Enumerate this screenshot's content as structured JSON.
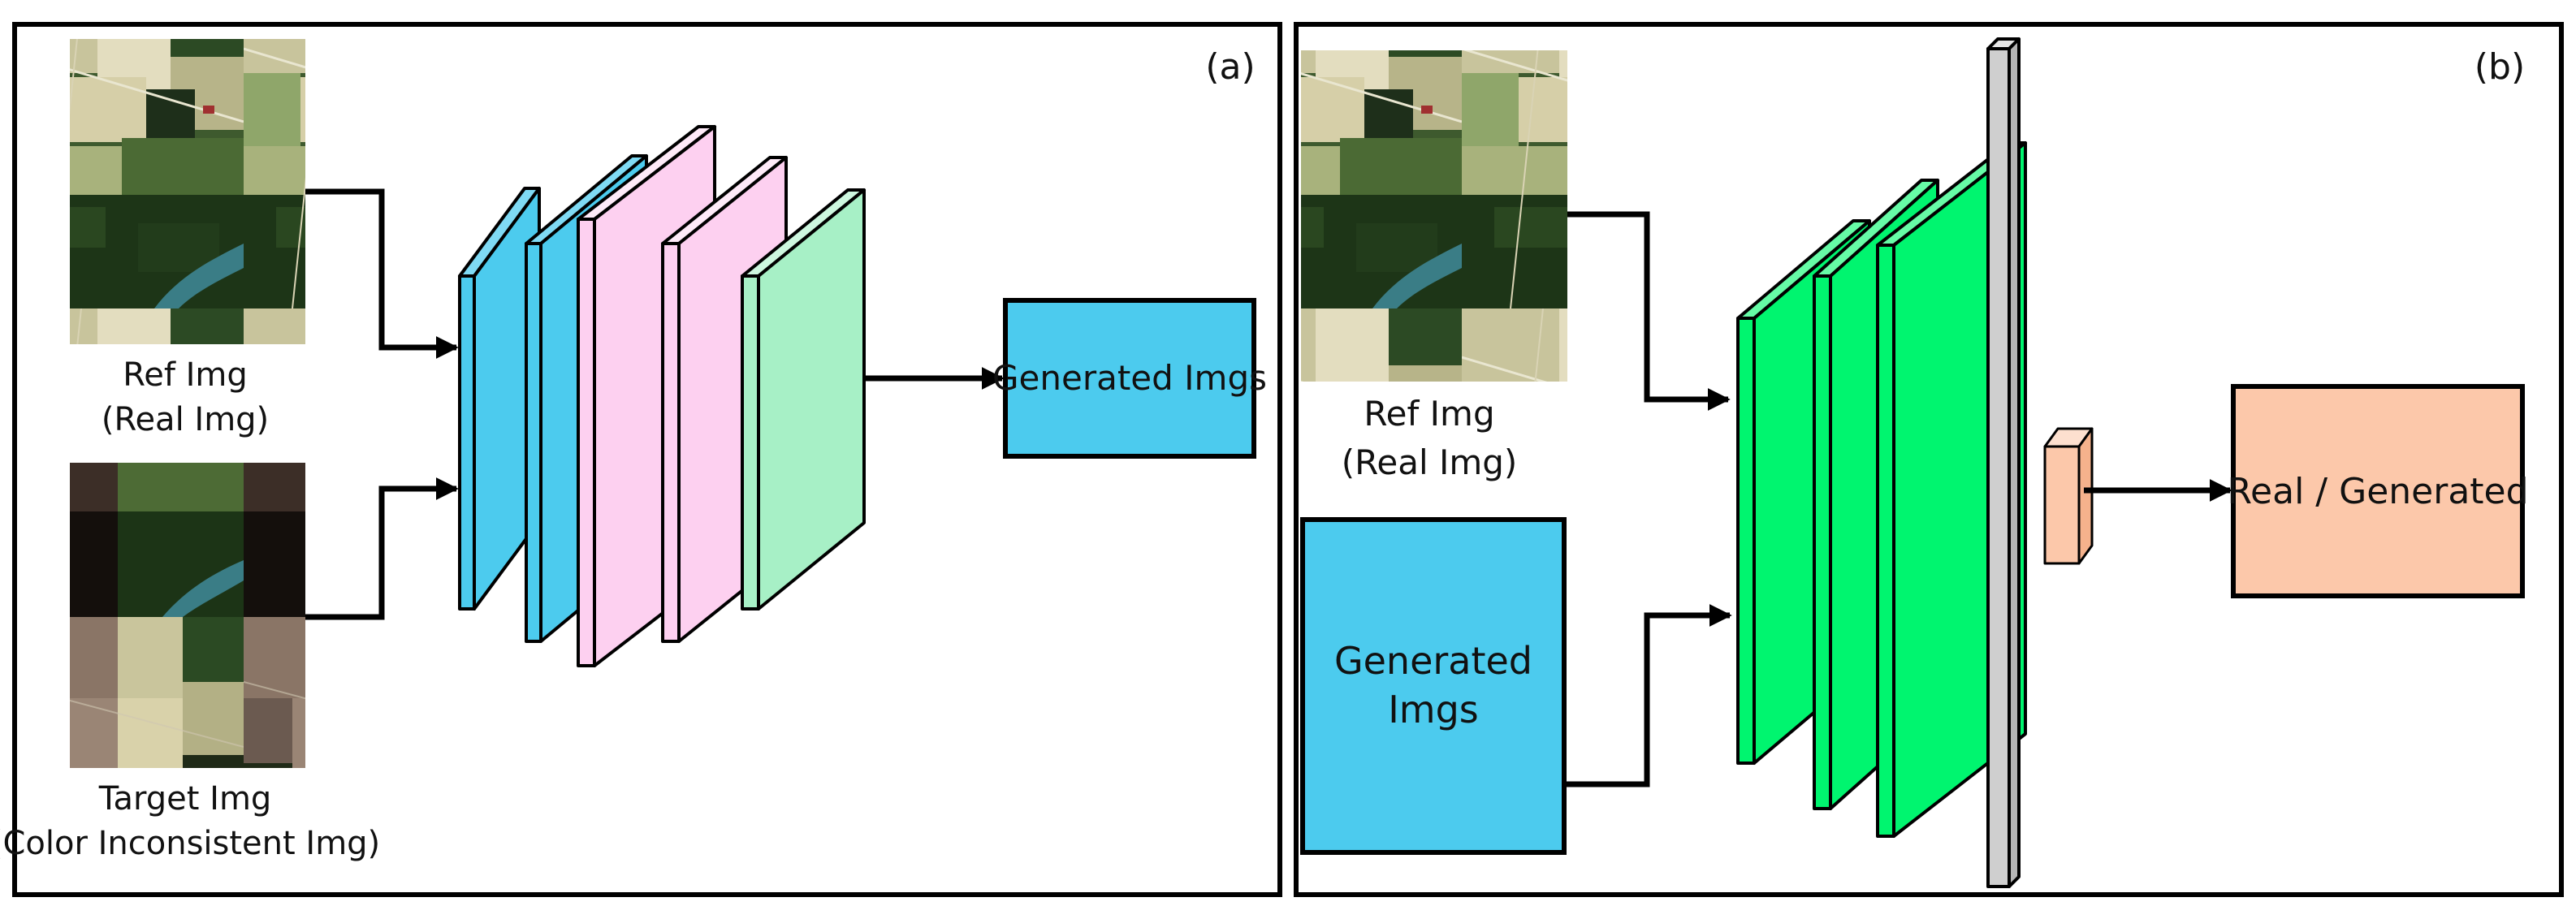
{
  "colors": {
    "frame": "#000000",
    "generator_encoder": "#4ccbee",
    "generator_middle": "#fdd0f0",
    "generator_decoder": "#a7f0c6",
    "discriminator_conv": "#00f56f",
    "dense_bar": "#cfcfcf",
    "output_box": "#fcc8aa",
    "generated_box": "#4ccbee"
  },
  "panel_a": {
    "tag": "(a)",
    "ref_caption": {
      "line1": "Ref Img",
      "line2": "(Real Img)"
    },
    "target_caption": {
      "line1": "Target Img",
      "line2": "(Color Inconsistent Img)"
    },
    "output_label": "Generated Imgs"
  },
  "panel_b": {
    "tag": "(b)",
    "ref_caption": {
      "line1": "Ref Img",
      "line2": "(Real Img)"
    },
    "generated_box": {
      "line1": "Generated",
      "line2": "Imgs"
    },
    "output_label": "Real / Generated"
  }
}
